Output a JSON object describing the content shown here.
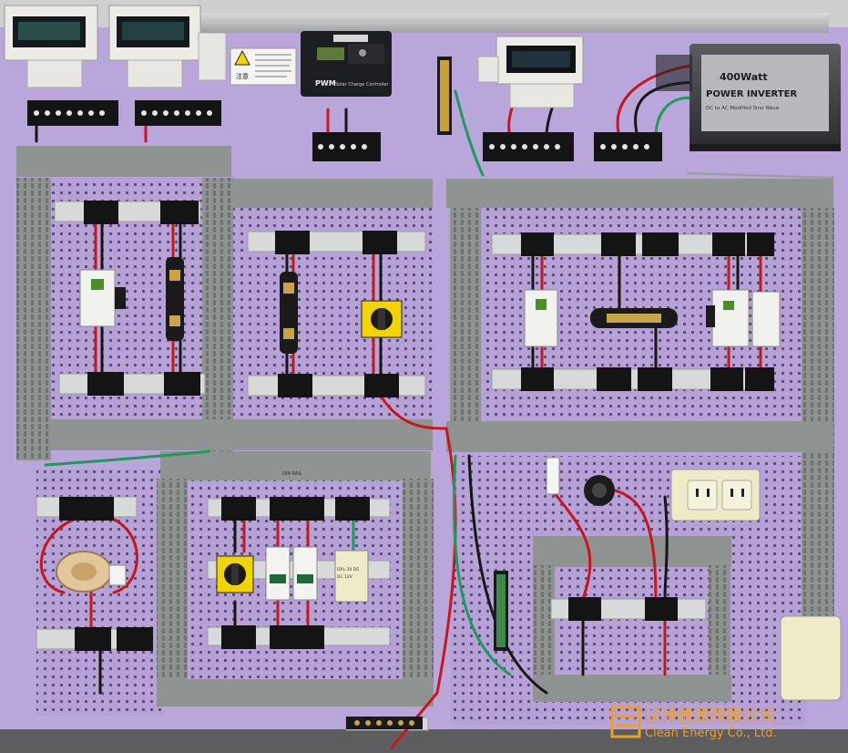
{
  "meters": [
    {
      "id": "meter-1"
    },
    {
      "id": "meter-2"
    },
    {
      "id": "meter-3"
    }
  ],
  "warning_label": {
    "title": "注意"
  },
  "charge_controller": {
    "model": "PWM",
    "caption": "Solar Charge Controller"
  },
  "inverter": {
    "title_line1": "400Watt",
    "title_line2": "POWER INVERTER",
    "title_line3": "DC to AC Modified Sine Wave"
  },
  "power_supply": {
    "line1": "DRL-30 DS",
    "line2": "DC 12V"
  },
  "rail_label": {
    "text": "DIN RAIL"
  },
  "company": {
    "name_zh": "潔淨能源有限公司",
    "name_en": "Clean Energy Co., Ltd."
  },
  "colors": {
    "panel": "#b8a4d8",
    "duct": "#8e9290",
    "duct_light": "#a9adab",
    "brand": "#f0a020",
    "wire_red": "#c8161c",
    "wire_black": "#161616",
    "wire_green": "#1f9a5a",
    "accent_yellow": "#f2d400"
  }
}
